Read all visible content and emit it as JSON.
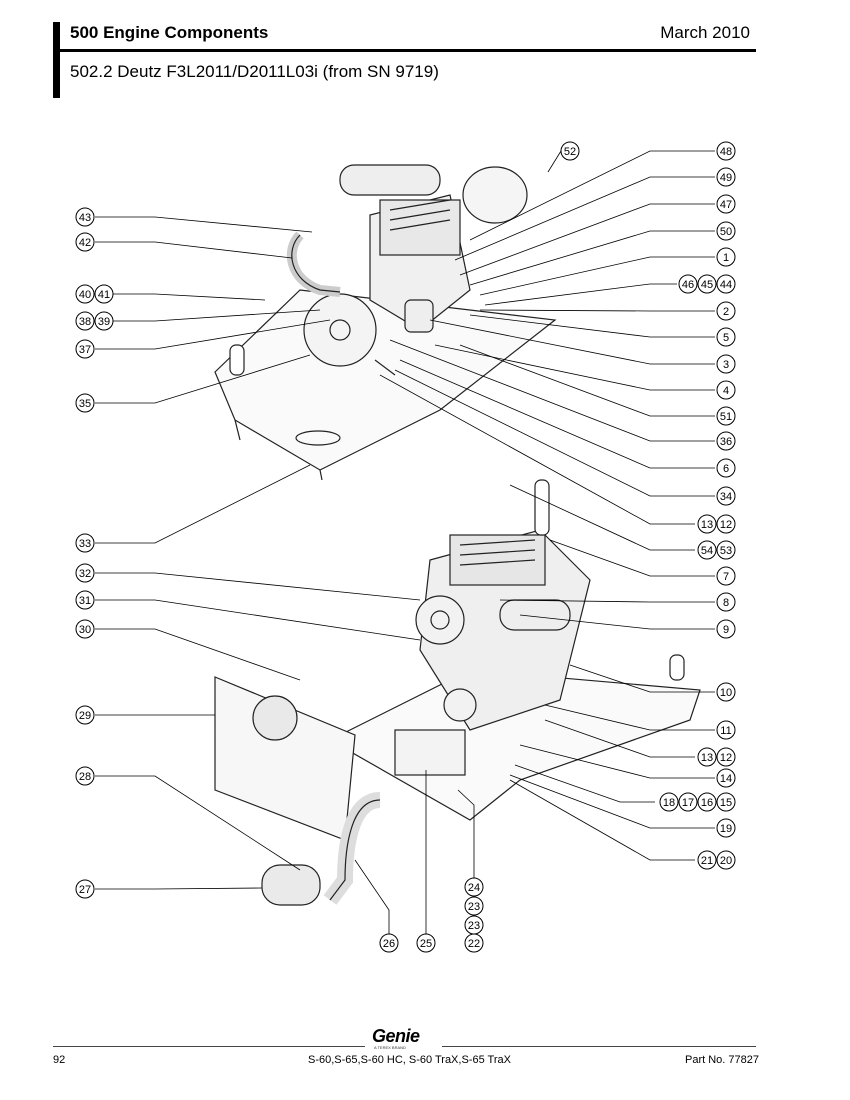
{
  "header": {
    "title": "500 Engine Components",
    "date": "March 2010",
    "section": "502.2 Deutz F3L2011/D2011L03i (from SN 9719)"
  },
  "callouts": {
    "c52": "52",
    "c48": "48",
    "c49": "49",
    "c47": "47",
    "c50": "50",
    "c1": "1",
    "c46": "46",
    "c45": "45",
    "c44": "44",
    "c2": "2",
    "c5": "5",
    "c3": "3",
    "c4": "4",
    "c51": "51",
    "c36": "36",
    "c6": "6",
    "c34": "34",
    "c13a": "13",
    "c12a": "12",
    "c54": "54",
    "c53": "53",
    "c7": "7",
    "c8": "8",
    "c9": "9",
    "c10": "10",
    "c11": "11",
    "c13b": "13",
    "c12b": "12",
    "c14": "14",
    "c18": "18",
    "c17": "17",
    "c16": "16",
    "c15": "15",
    "c19": "19",
    "c21": "21",
    "c20": "20",
    "c43": "43",
    "c42": "42",
    "c40": "40",
    "c41": "41",
    "c38": "38",
    "c39": "39",
    "c37": "37",
    "c35": "35",
    "c33": "33",
    "c32": "32",
    "c31": "31",
    "c30": "30",
    "c29": "29",
    "c28": "28",
    "c27": "27",
    "c26": "26",
    "c25": "25",
    "c24": "24",
    "c23a": "23",
    "c23b": "23",
    "c22": "22"
  },
  "logo": {
    "brand": "Genie",
    "tagline": "A TEREX BRAND"
  },
  "footer": {
    "page": "92",
    "models": "S-60,S-65,S-60 HC, S-60 TraX,S-65 TraX",
    "part": "Part No. 77827"
  }
}
